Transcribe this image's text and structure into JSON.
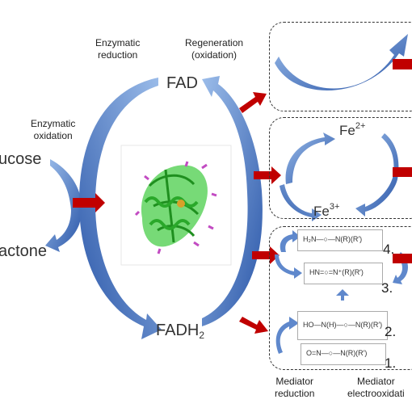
{
  "labels": {
    "enzymatic_oxidation": [
      "Enzymatic",
      "oxidation"
    ],
    "enzymatic_reduction": [
      "Enzymatic",
      "reduction"
    ],
    "regeneration": [
      "Regeneration",
      "(oxidation)"
    ],
    "glucose": "ucose",
    "lactone": "actone",
    "fad": "FAD",
    "fadh2_main": "FADH",
    "fadh2_sub": "2",
    "fe2_main": "Fe",
    "fe2_sup": "2+",
    "fe3_main": "Fe",
    "fe3_sup": "3+",
    "mediator_reduction": [
      "Mediator",
      "reduction"
    ],
    "mediator_electrooxidation": [
      "Mediator",
      "electrooxidati"
    ]
  },
  "mediator_steps": [
    {
      "number": "4.",
      "formula": "H₂N—○—N(R)(R′)"
    },
    {
      "number": "3.",
      "formula": "HN=○=N⁺(R)(R′)"
    },
    {
      "number": "2.",
      "formula": "HO—N(H)—○—N(R)(R′)"
    },
    {
      "number": "1.",
      "formula": "O=N—○—N(R)(R′)"
    }
  ],
  "colors": {
    "arrow_blue": "#3a63b5",
    "arrow_light": "#8fb3e8",
    "arrow_red": "#c00000",
    "protein_green": "#3cc43c",
    "protein_magenta": "#c24bc2"
  }
}
